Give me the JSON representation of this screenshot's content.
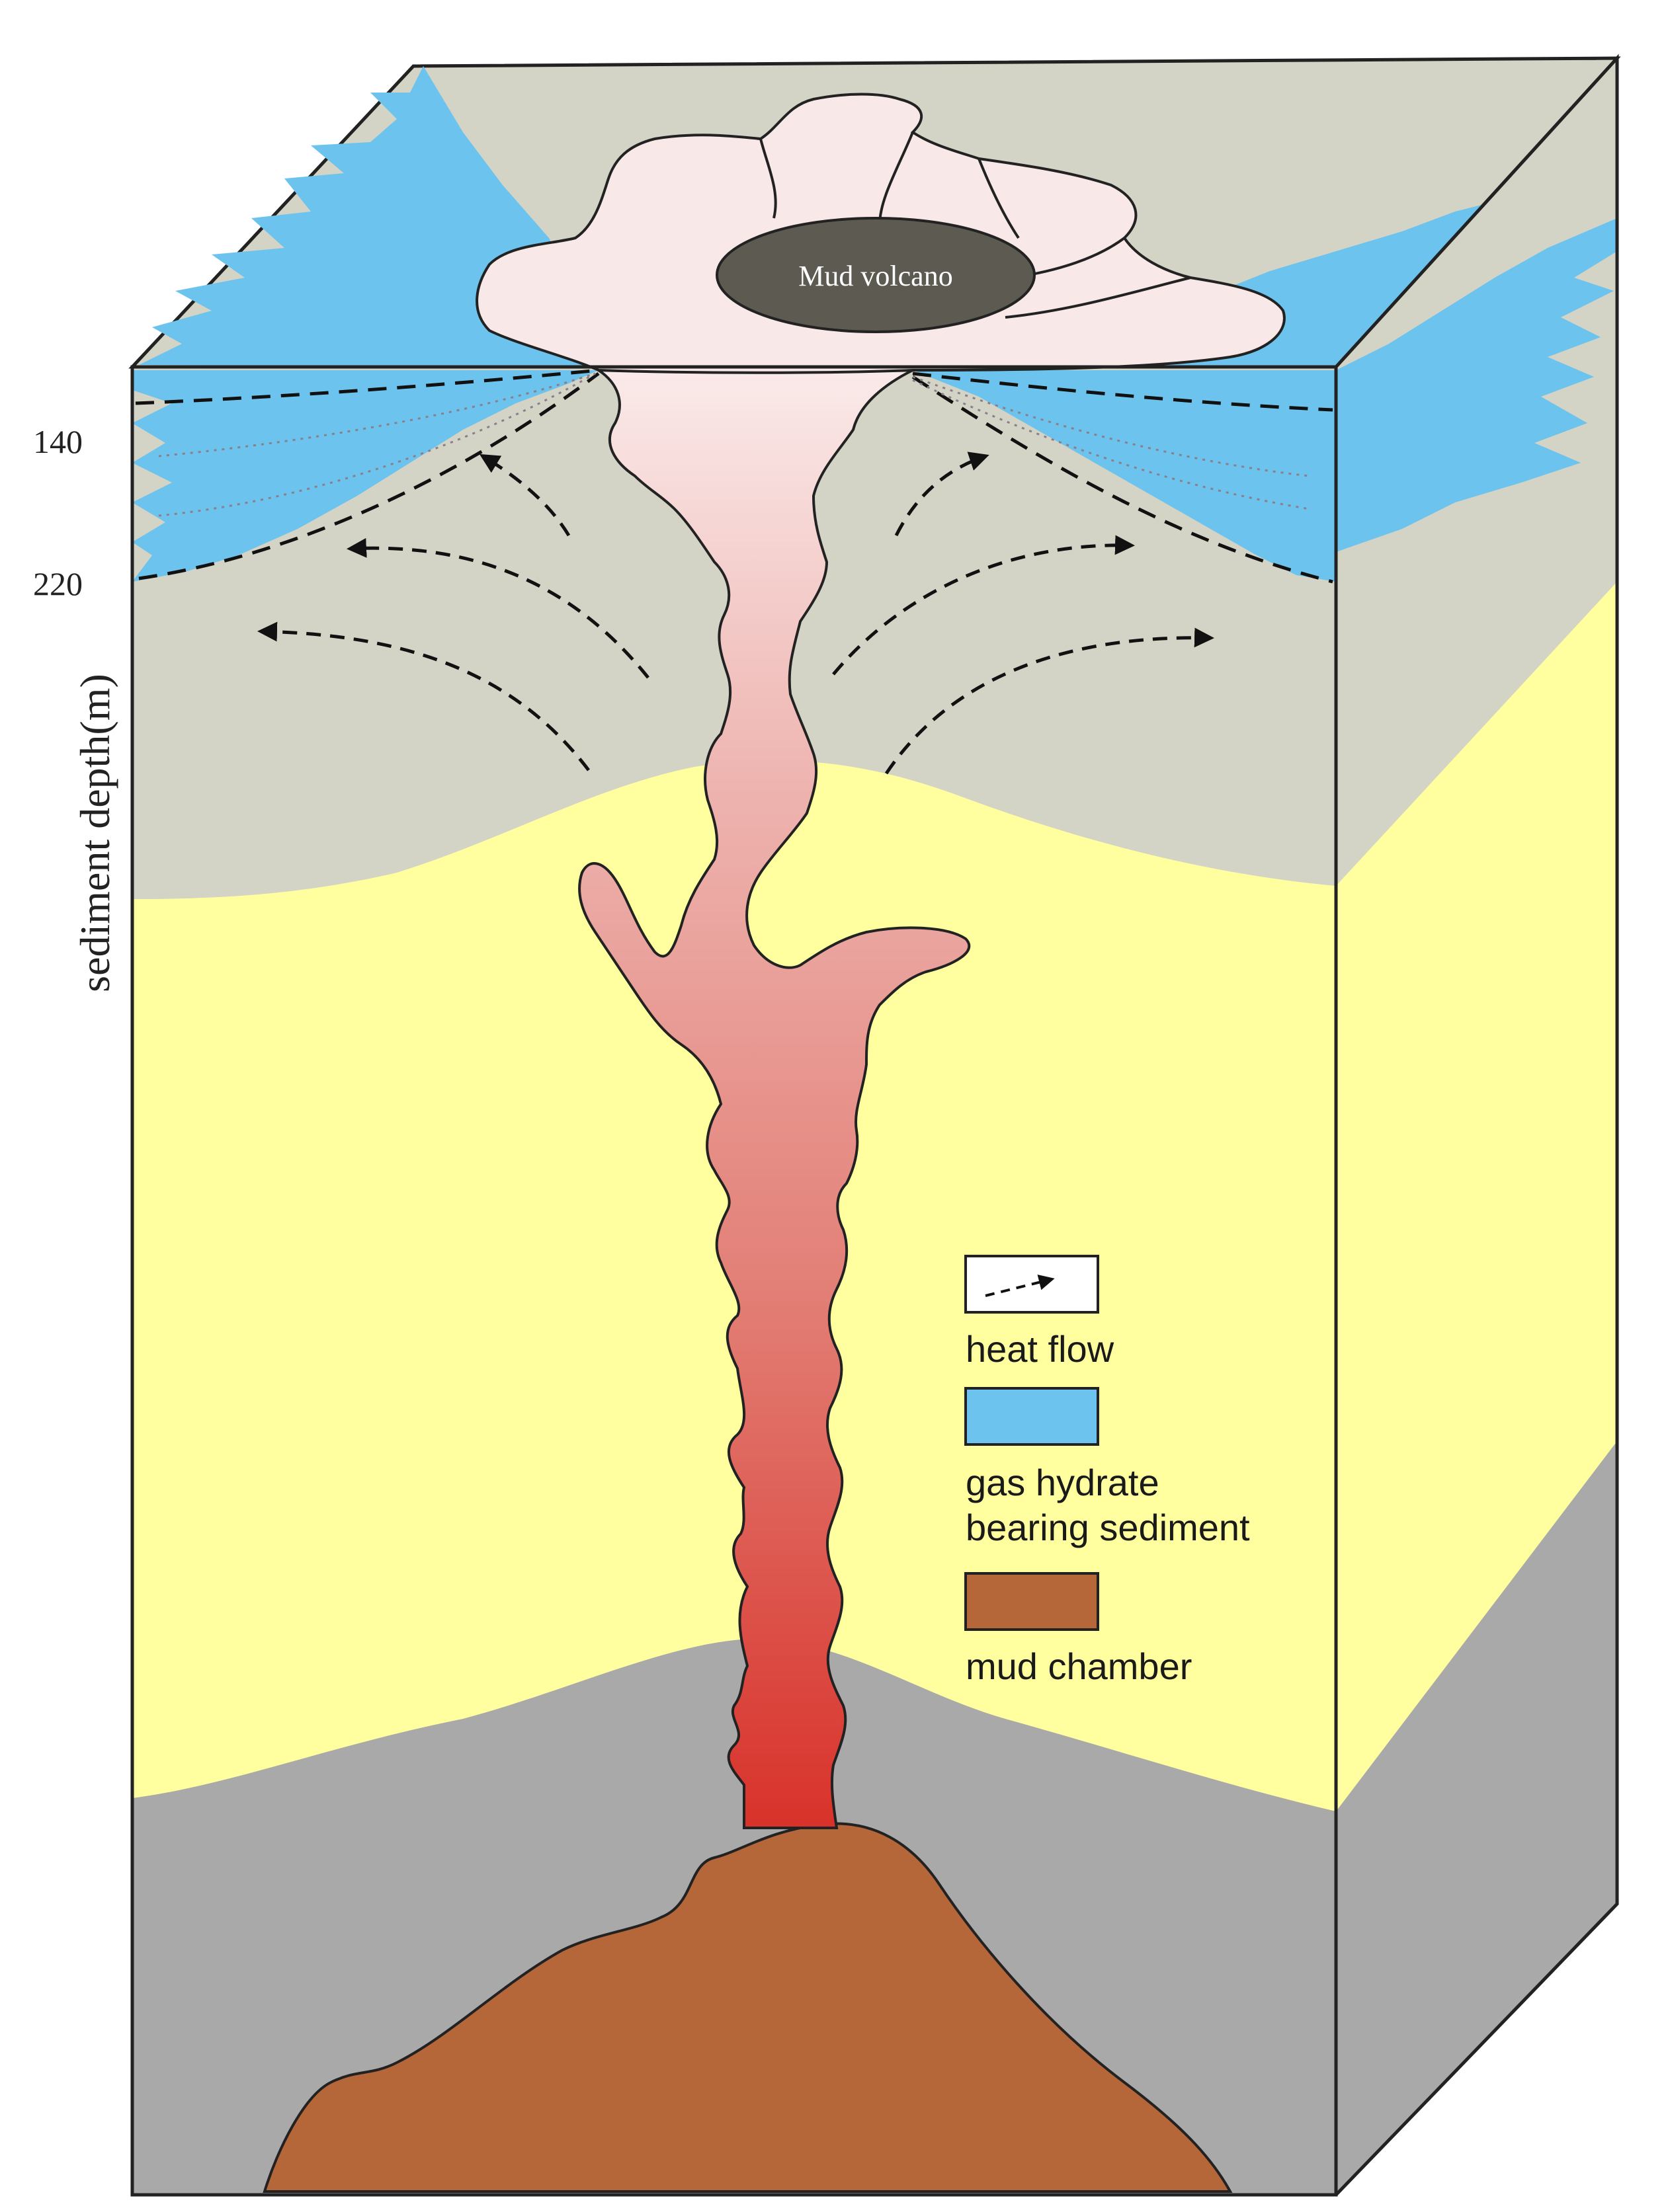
{
  "diagram": {
    "volcano_label": "Mud volcano",
    "depth_axis": {
      "title": "sediment depth(m)",
      "ticks": [
        "140",
        "220"
      ]
    },
    "legend": [
      {
        "label": "heat flow",
        "icon": "dashed-arrow-icon"
      },
      {
        "label_lines": [
          "gas hydrate",
          "bearing sediment"
        ],
        "swatch_color": "#6cc3ee"
      },
      {
        "label": "mud chamber",
        "swatch_color": "#b5673a"
      }
    ]
  },
  "colors": {
    "sediment_gray": "#d3d3c6",
    "sediment_yellow": "#ffff9f",
    "sediment_dark_gray": "#a9a9a9",
    "gas_hydrate": "#6cc3ee",
    "mud_chamber": "#b5673a",
    "conduit_top": "#f7e4e4",
    "conduit_bottom": "#d8322a",
    "crater_fill": "#5d5a52"
  }
}
